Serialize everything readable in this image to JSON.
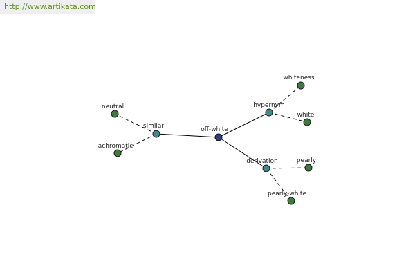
{
  "header": {
    "url": "http://www.artikata.com"
  },
  "colors": {
    "center": "#2e3f7a",
    "relation": "#3f8a8a",
    "leaf": "#3e7a3e",
    "url_text": "#5a8f1a"
  },
  "graph": {
    "nodes": {
      "center": {
        "label": "off-white",
        "kind": "center"
      },
      "similar": {
        "label": "similar",
        "kind": "relation"
      },
      "hypernym": {
        "label": "hypernym",
        "kind": "relation"
      },
      "derivation": {
        "label": "derivation",
        "kind": "relation"
      },
      "neutral": {
        "label": "neutral",
        "kind": "leaf"
      },
      "achromatic": {
        "label": "achromatic",
        "kind": "leaf"
      },
      "whiteness": {
        "label": "whiteness",
        "kind": "leaf"
      },
      "white": {
        "label": "white",
        "kind": "leaf"
      },
      "pearly": {
        "label": "pearly",
        "kind": "leaf"
      },
      "pearly_white": {
        "label": "pearly-white",
        "kind": "leaf"
      }
    },
    "edges": [
      {
        "from": "center",
        "to": "similar",
        "style": "solid"
      },
      {
        "from": "center",
        "to": "hypernym",
        "style": "solid"
      },
      {
        "from": "center",
        "to": "derivation",
        "style": "solid"
      },
      {
        "from": "similar",
        "to": "neutral",
        "style": "dashed"
      },
      {
        "from": "similar",
        "to": "achromatic",
        "style": "dashed"
      },
      {
        "from": "hypernym",
        "to": "whiteness",
        "style": "dashed"
      },
      {
        "from": "hypernym",
        "to": "white",
        "style": "dashed"
      },
      {
        "from": "derivation",
        "to": "pearly",
        "style": "dashed"
      },
      {
        "from": "derivation",
        "to": "pearly_white",
        "style": "dashed"
      }
    ]
  }
}
